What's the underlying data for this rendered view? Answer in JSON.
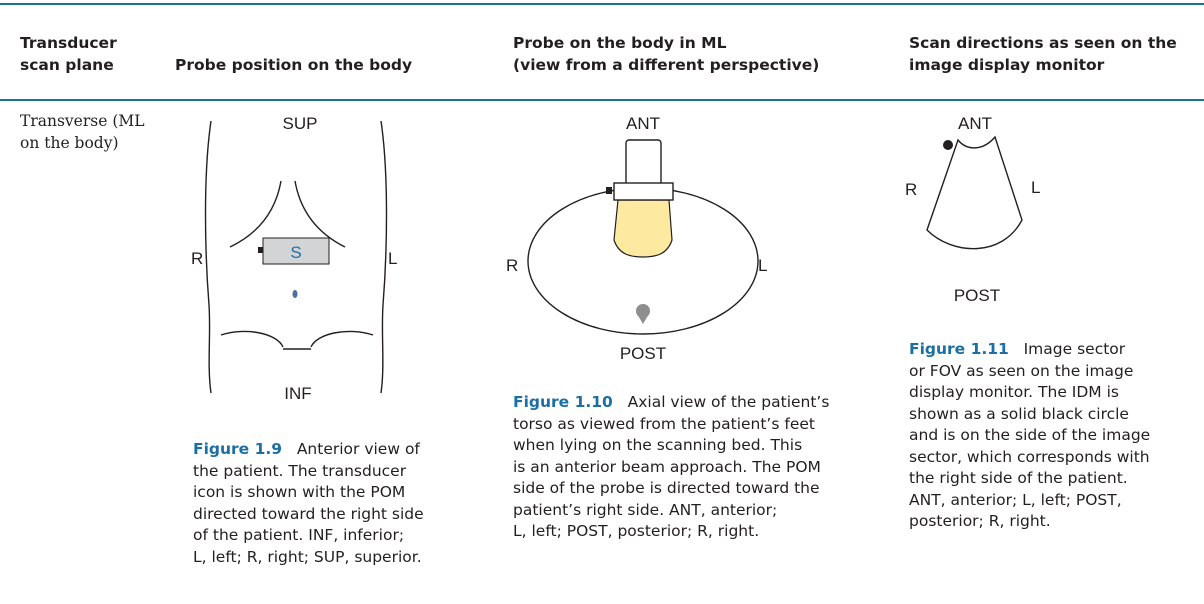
{
  "headers": {
    "col1": "Transducer\nscan plane",
    "col2": "Probe position on the body",
    "col3": "Probe on the body in ML\n(view from a different perspective)",
    "col4": "Scan directions as seen on the\nimage display monitor"
  },
  "row": {
    "scan_plane": "Transverse (ML\non the body)"
  },
  "figure_1_9": {
    "labels": {
      "sup": "SUP",
      "inf": "INF",
      "r": "R",
      "l": "L",
      "probe": "S"
    },
    "caption_label": "Figure 1.9",
    "caption_text": "Anterior view of\nthe patient. The transducer\nicon is shown with the POM\ndirected toward the right side\nof the patient. INF, inferior;\nL, left; R, right; SUP, superior."
  },
  "figure_1_10": {
    "labels": {
      "ant": "ANT",
      "post": "POST",
      "r": "R",
      "l": "L"
    },
    "caption_label": "Figure 1.10",
    "caption_text": "Axial view of the patient’s\ntorso as viewed from the patient’s feet\nwhen lying on the scanning bed. This\nis an anterior beam approach. The POM\nside of the probe is directed toward the\npatient’s right side. ANT, anterior;\nL, left; POST, posterior; R, right."
  },
  "figure_1_11": {
    "labels": {
      "ant": "ANT",
      "post": "POST",
      "r": "R",
      "l": "L"
    },
    "caption_label": "Figure 1.11",
    "caption_text": "Image sector\nor FOV as seen on the image\ndisplay monitor. The IDM is\nshown as a solid black circle\nand is on the side of the image\nsector, which corresponds with\nthe right side of the patient.\nANT, anterior; L, left; POST,\nposterior; R, right."
  },
  "colors": {
    "accent": "#1b6fa5",
    "beam": "#fde9a0",
    "probe_fill": "#d3d4d6"
  }
}
